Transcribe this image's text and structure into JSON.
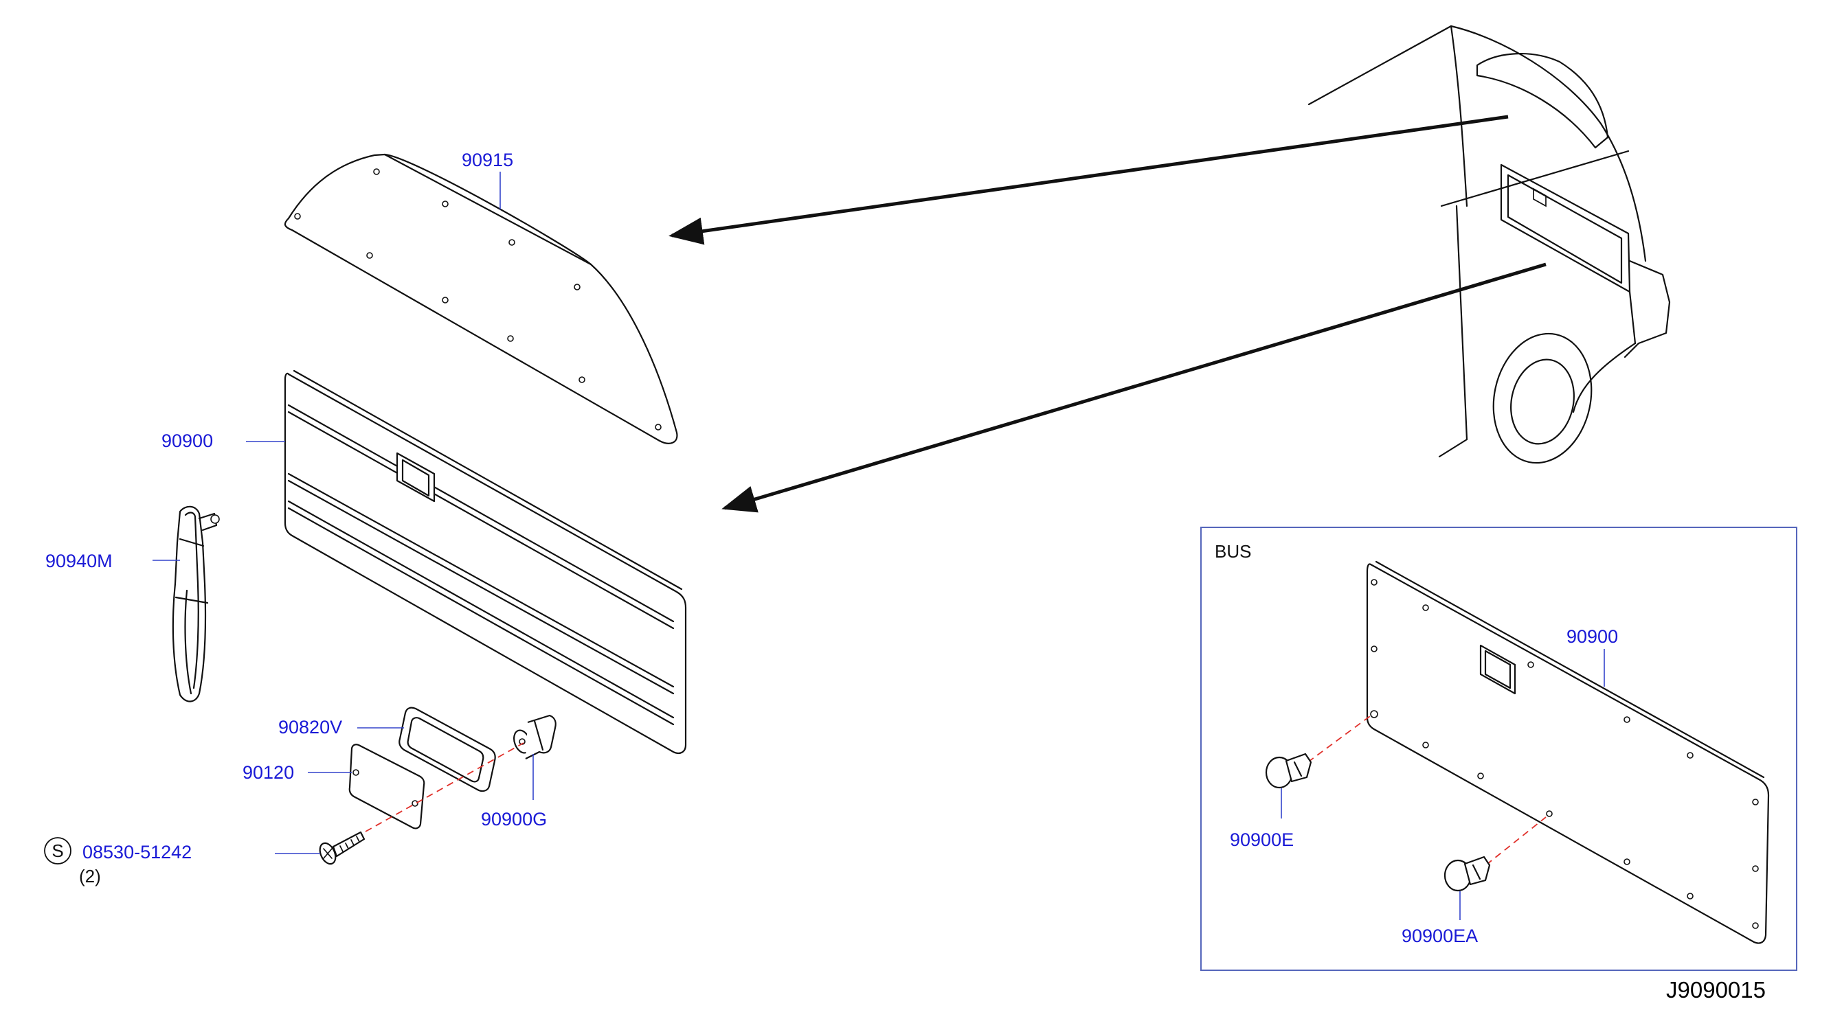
{
  "labels": {
    "p90915": "90915",
    "p90900": "90900",
    "p90940M": "90940M",
    "p90820V": "90820V",
    "p90120": "90120",
    "p90900G": "90900G",
    "bolt_number": "08530-51242",
    "bolt_symbol": "S",
    "bolt_qty": "(2)",
    "bus_title": "BUS",
    "bus_90900": "90900",
    "bus_90900E": "90900E",
    "bus_90900EA": "90900EA"
  },
  "diagram_code": "J9090015",
  "colors": {
    "part_number": "#1a1ad6",
    "leader": "#3344cc",
    "centerline": "#e0302a",
    "frame": "#5566bb"
  },
  "icons": {
    "symbol": "circled-s-icon"
  }
}
